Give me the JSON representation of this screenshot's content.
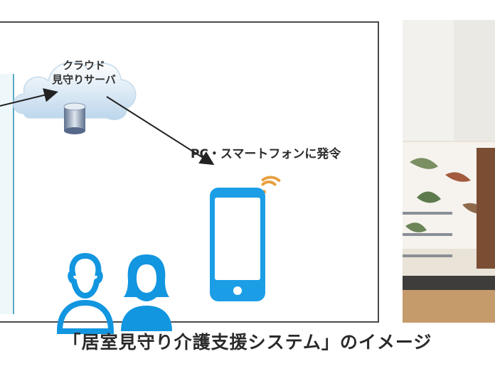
{
  "cloud": {
    "line1": "クラウド",
    "line2": "見守りサーバ"
  },
  "notice_label": "PC・スマートフォンに発令",
  "caption": "「居室見守り介護支援システム」のイメージ",
  "colors": {
    "person_blue": "#1296e0",
    "phone_blue": "#1c9ee6",
    "wifi_orange": "#e8a040",
    "cloud_blue": "#cfe3f2"
  }
}
